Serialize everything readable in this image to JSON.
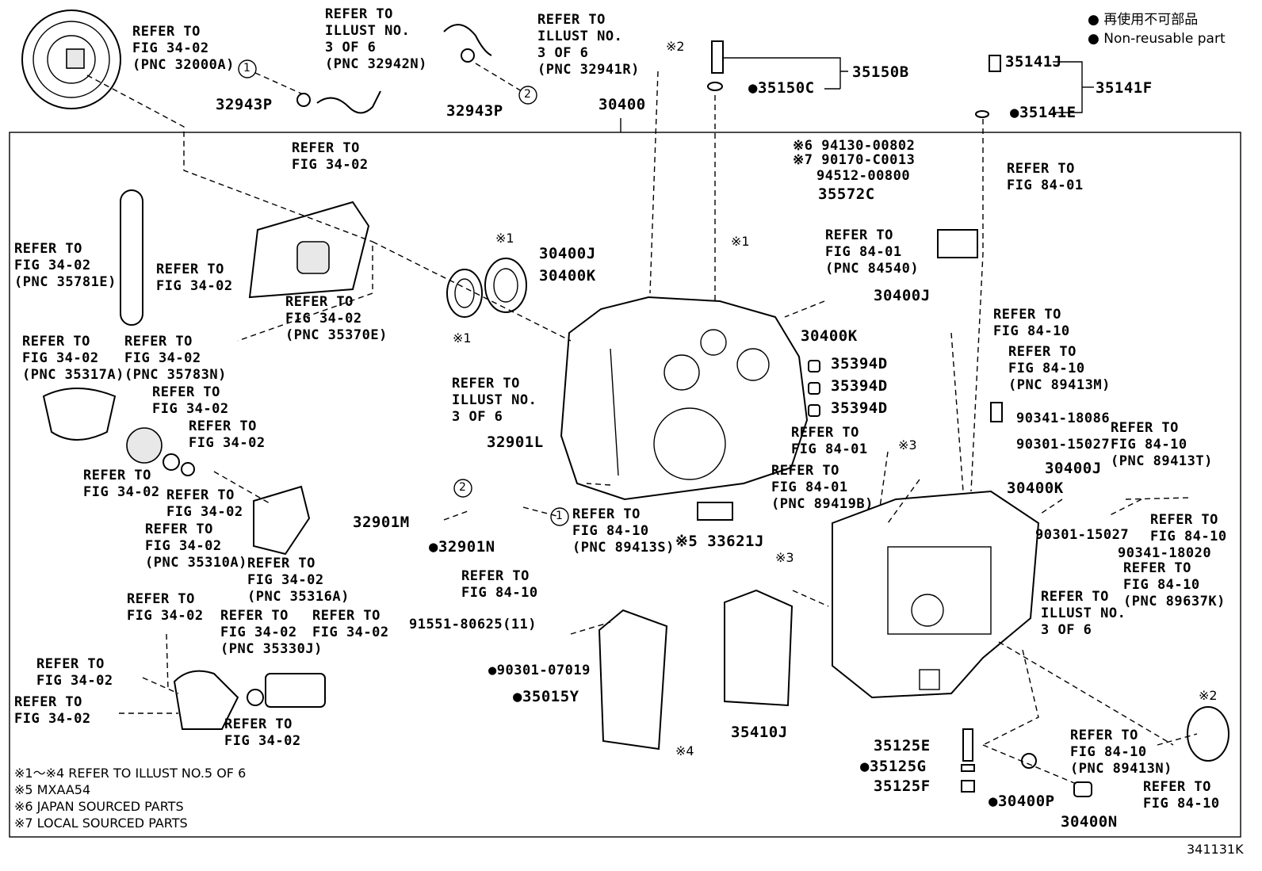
{
  "legend": {
    "jp": "● 再使用不可部品",
    "en": "● Non-reusable part"
  },
  "diagram_code": "341131K",
  "notes": [
    "※1～※4 REFER TO ILLUST NO.5 OF 6",
    "※5 MXAA54",
    "※6 JAPAN SOURCED PARTS",
    "※7 LOCAL SOURCED PARTS"
  ],
  "callouts": {
    "c1": "REFER TO\nFIG 34-02\n(PNC 32000A)",
    "c2": "REFER TO\nILLUST NO.\n3 OF 6\n(PNC 32942N)",
    "c3": "REFER TO\nILLUST NO.\n3 OF 6\n(PNC 32941R)",
    "c4": "REFER TO\nFIG 34-02",
    "c5": "REFER TO\nFIG 34-02\n(PNC 35781E)",
    "c6": "REFER TO\nFIG 34-02",
    "c7": "REFER TO\nFIG 34-02\n(PNC 35370E)",
    "c8": "REFER TO\nFIG 34-02\n(PNC 35317A)",
    "c9": "REFER TO\nFIG 34-02\n(PNC 35783N)",
    "c10": "REFER TO\nFIG 34-02",
    "c11": "REFER TO\nFIG 34-02",
    "c12": "REFER TO\nFIG 34-02",
    "c13": "REFER TO\nFIG 34-02",
    "c14": "REFER TO\nFIG 34-02\n(PNC 35310A)",
    "c15": "REFER TO\nFIG 34-02\n(PNC 35316A)",
    "c16": "REFER TO\nFIG 34-02",
    "c17": "REFER TO\nFIG 34-02\n(PNC 35330J)",
    "c18": "REFER TO\nFIG 34-02",
    "c19": "REFER TO\nFIG 34-02",
    "c20": "REFER TO\nFIG 34-02",
    "c21": "REFER TO\nFIG 34-02",
    "c22": "REFER TO\nILLUST NO.\n3 OF 6",
    "c23": "REFER TO\nFIG 84-10\n(PNC 89413S)",
    "c24": "REFER TO\nFIG 84-10",
    "c25": "REFER TO\nFIG 84-01",
    "c26": "REFER TO\nFIG 84-01\n(PNC 84540)",
    "c27": "REFER TO\nFIG 84-10",
    "c28": "REFER TO\nFIG 84-10\n(PNC 89413M)",
    "c29": "REFER TO\nFIG 84-01",
    "c30": "REFER TO\nFIG 84-01\n(PNC 89419B)",
    "c31": "REFER TO\nFIG 84-10\n(PNC 89413T)",
    "c32": "REFER TO\nFIG 84-10",
    "c33": "REFER TO\nFIG 84-10\n(PNC 89637K)",
    "c34": "REFER TO\nILLUST NO.\n3 OF 6",
    "c35": "REFER TO\nFIG 84-10\n(PNC 89413N)",
    "c36": "REFER TO\nFIG 84-10"
  },
  "parts": {
    "p32943P_a": "32943P",
    "p32943P_b": "32943P",
    "p30400": "30400",
    "p35150B": "35150B",
    "p35150C": "●35150C",
    "p35141J": "35141J",
    "p35141F": "35141F",
    "p35141E": "●35141E",
    "p94130": "※6 94130-00802",
    "p90170": "※7 90170-C0013",
    "p94512": "94512-00800",
    "p35572C": "35572C",
    "p30400J_a": "30400J",
    "p30400K_a": "30400K",
    "p30400J_b": "30400J",
    "p30400K_b": "30400K",
    "p35394D_a": "35394D",
    "p35394D_b": "35394D",
    "p35394D_c": "35394D",
    "p32901L": "32901L",
    "p32901M": "32901M",
    "p32901N": "●32901N",
    "p33621J": "※5 33621J",
    "p90341_18086": "90341-18086",
    "p90301_15027_a": "90301-15027",
    "p30400J_c": "30400J",
    "p30400K_c": "30400K",
    "p90301_15027_b": "90301-15027",
    "p90341_18020": "90341-18020",
    "p91551": "91551-80625(11)",
    "p90301_07019": "●90301-07019",
    "p35015Y": "●35015Y",
    "p35410J": "35410J",
    "p35125E": "35125E",
    "p35125G": "●35125G",
    "p35125F": "35125F",
    "p30400P": "●30400P",
    "p30400N": "30400N"
  },
  "marks": {
    "m1a": "※1",
    "m1b": "※1",
    "m1c": "※1",
    "m2a": "※2",
    "m2b": "※2",
    "m3a": "※3",
    "m3b": "※3",
    "m4": "※4",
    "circ1a": "1",
    "circ1b": "1",
    "circ2a": "2",
    "circ2b": "2"
  }
}
